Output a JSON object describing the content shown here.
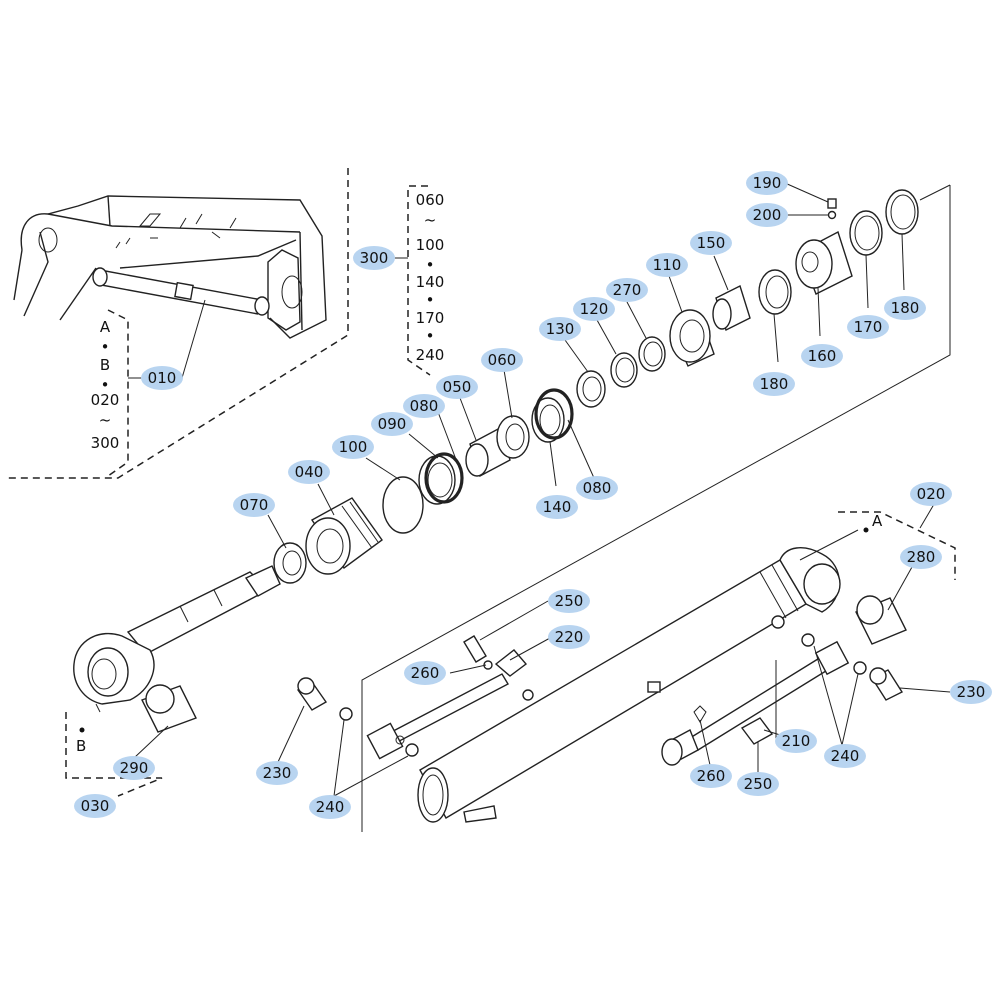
{
  "callouts": {
    "c010": "010",
    "c020": "020",
    "c030": "030",
    "c040": "040",
    "c050": "050",
    "c060": "060",
    "c070": "070",
    "c080a": "080",
    "c080b": "080",
    "c090": "090",
    "c100": "100",
    "c110": "110",
    "c120": "120",
    "c130": "130",
    "c140": "140",
    "c150": "150",
    "c160": "160",
    "c170": "170",
    "c180a": "180",
    "c180b": "180",
    "c190": "190",
    "c200": "200",
    "c210": "210",
    "c220": "220",
    "c230a": "230",
    "c230b": "230",
    "c240a": "240",
    "c240b": "240",
    "c250a": "250",
    "c250b": "250",
    "c260a": "260",
    "c260b": "260",
    "c270": "270",
    "c280": "280",
    "c290": "290",
    "c300": "300"
  },
  "set_list_010": [
    "A",
    "B",
    "020",
    "300"
  ],
  "set_list_300": [
    "060",
    "100",
    "140",
    "170",
    "240"
  ],
  "range_symbol": "~",
  "bullet_symbol": "•",
  "reference_marks": {
    "a_top": "A",
    "b_left": "B"
  }
}
